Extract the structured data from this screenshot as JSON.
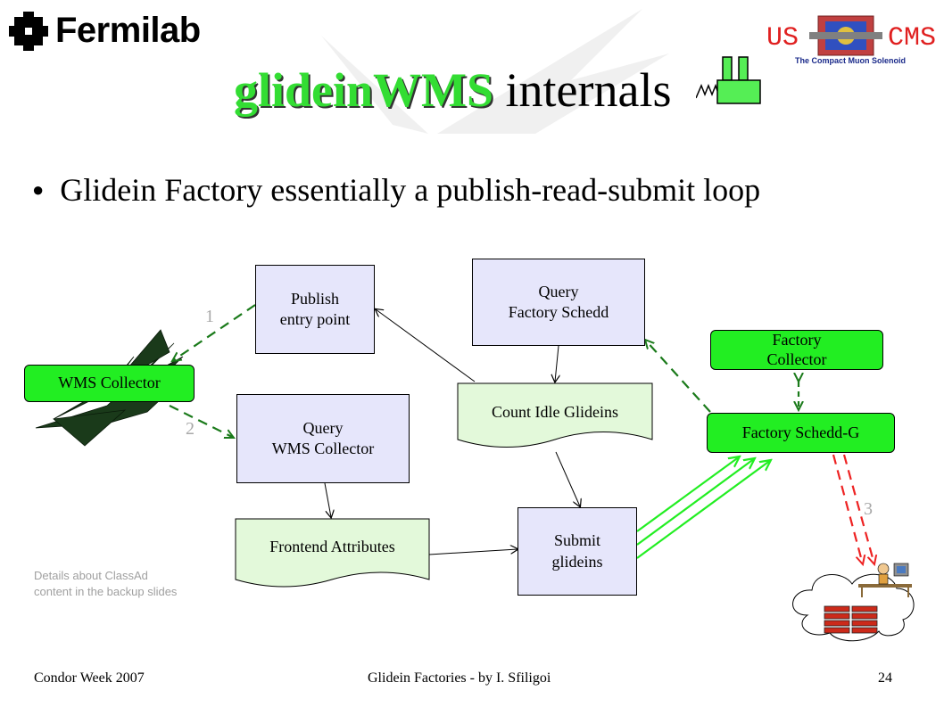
{
  "header": {
    "org_logo_text": "Fermilab",
    "cms_logo_left": "US",
    "cms_logo_right": "CMS",
    "cms_logo_subtitle": "The Compact Muon Solenoid"
  },
  "title": {
    "highlight": "glideinWMS",
    "rest": " internals"
  },
  "bullet": {
    "symbol": "●",
    "text": "Glidein Factory essentially a publish-read-submit loop"
  },
  "diagram": {
    "wms_collector": "WMS Collector",
    "publish_entry_point": [
      "Publish",
      "entry point"
    ],
    "query_wms_collector": [
      "Query",
      "WMS Collector"
    ],
    "frontend_attributes": "Frontend Attributes",
    "query_factory_schedd": [
      "Query",
      "Factory Schedd"
    ],
    "count_idle_glideins": "Count Idle Glideins",
    "submit_glideins": [
      "Submit",
      "glideins"
    ],
    "factory_collector": [
      "Factory",
      "Collector"
    ],
    "factory_schedd_g": "Factory Schedd-G",
    "step_labels": [
      "1",
      "2",
      "3"
    ],
    "note": [
      "Details about ClassAd",
      "content in the backup slides"
    ]
  },
  "footer": {
    "left": "Condor Week 2007",
    "center": "Glidein Factories - by I. Sfiligoi",
    "page": "24"
  },
  "colors": {
    "green": "#22ee22",
    "lavender": "#e6e6fb",
    "doc_fill": "#e3f9da",
    "dashed_green": "#1a7a1a",
    "dashed_red": "#ee2222",
    "title_green": "#33dd33"
  }
}
